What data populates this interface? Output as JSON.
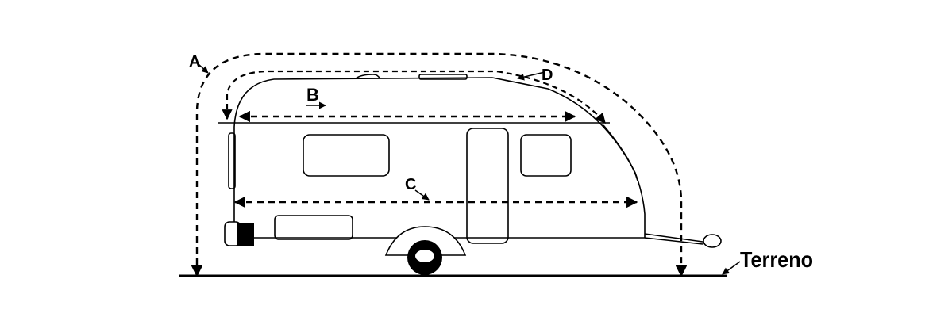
{
  "labels": {
    "a": "A",
    "b": "B",
    "c": "C",
    "d": "D",
    "ground": "Terreno"
  },
  "colors": {
    "line": "#000000",
    "background": "#ffffff"
  }
}
